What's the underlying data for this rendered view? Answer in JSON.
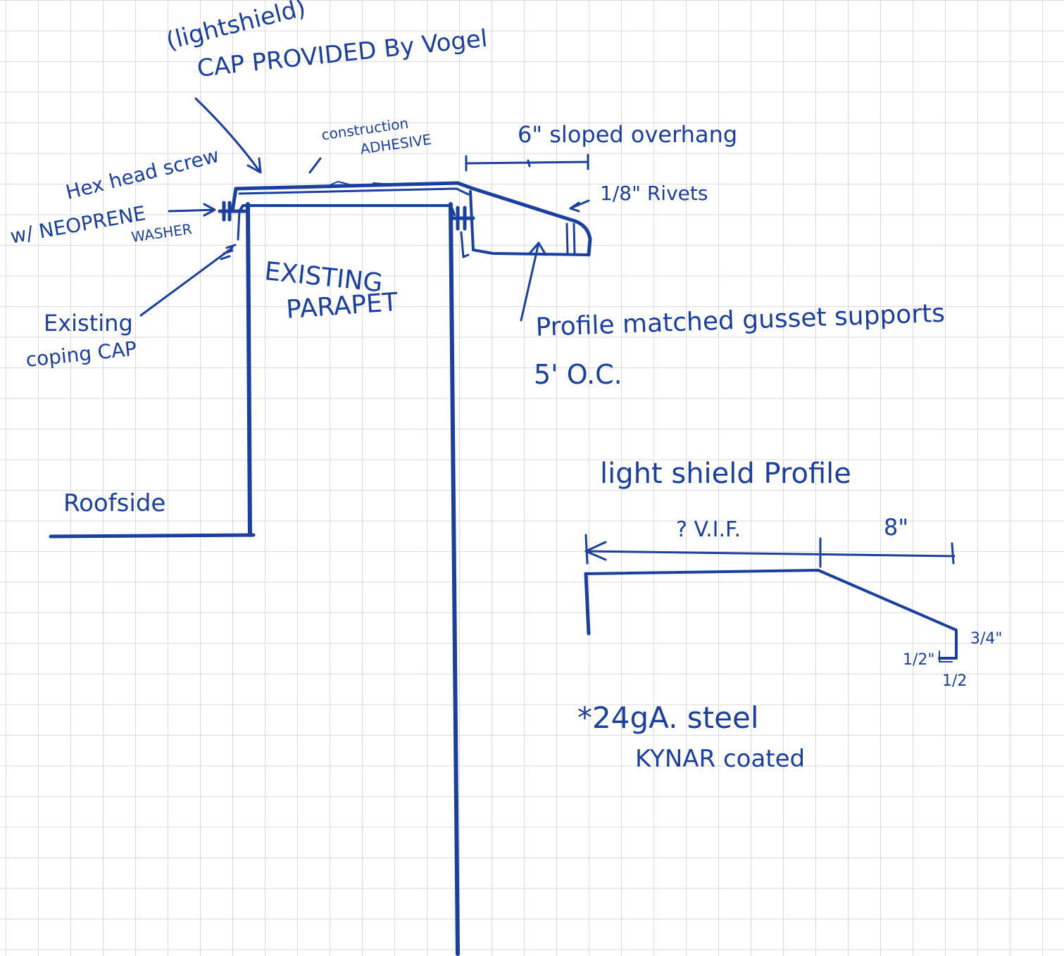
{
  "labels": {
    "light_shield": "(lightshield)",
    "cap_provided": "CAP PROVIDED By Vogel",
    "construction_adhesive_1": "construction",
    "construction_adhesive_2": "ADHESIVE",
    "overhang": "6\" sloped overhang",
    "hex_screw": "Hex head screw",
    "neoprene_1": "w/ NEOPRENE",
    "neoprene_2": "WASHER",
    "rivets": "1/8\" Rivets",
    "existing_parapet_1": "EXISTING",
    "existing_parapet_2": "PARAPET",
    "existing_coping_1": "Existing",
    "existing_coping_2": "coping CAP",
    "gusset_1": "Profile matched gusset supports",
    "gusset_2": "5' O.C.",
    "profile_title": "light shield Profile",
    "roofside": "Roofside",
    "dim_vif": "? V.I.F.",
    "dim_8": "8\"",
    "dim_3_4": "3/4\"",
    "dim_half_a": "1/2\"",
    "dim_half_b": "1/2",
    "material_1": "*24gA. steel",
    "material_2": "KYNAR coated"
  },
  "colors": {
    "ink": "#1a3f9e",
    "grid": "#b9bcc2",
    "paper": "#ffffff"
  }
}
